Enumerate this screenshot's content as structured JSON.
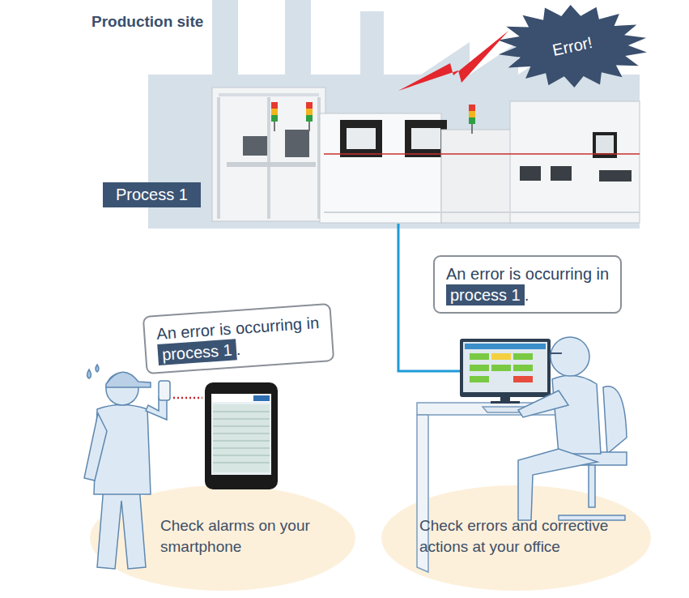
{
  "diagram": {
    "nodes": [
      {
        "text": [
          "Production site"
        ]
      },
      {
        "text": [
          "Error!"
        ]
      },
      {
        "text": [
          "Process 1"
        ],
        "in": 0
      },
      {
        "text": [
          "An error is occurring in",
          "."
        ]
      },
      {
        "text": [
          "process 1"
        ],
        "in": 3
      },
      {
        "text": [
          "An error is occurring in",
          "."
        ]
      },
      {
        "text": [
          "process 1"
        ],
        "in": 5
      },
      {
        "text": [
          "Check alarms on your smartphone"
        ]
      },
      {
        "text": [
          "Check errors and corrective actions at your office"
        ]
      }
    ]
  }
}
